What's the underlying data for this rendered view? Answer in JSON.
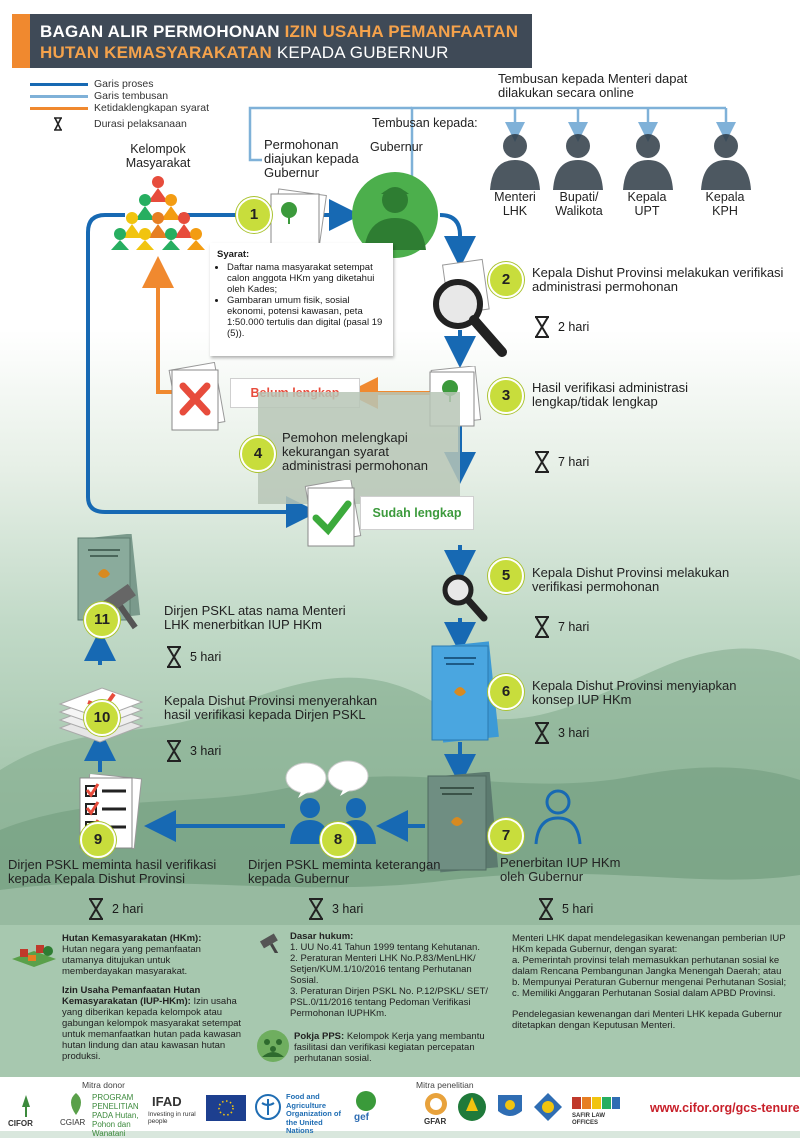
{
  "title": {
    "line1_a": "BAGAN ALIR PERMOHONAN",
    "line1_b": "IZIN USAHA PEMANFAATAN",
    "line2_a": "HUTAN KEMASYARAKATAN",
    "line2_b": "KEPADA GUBERNUR"
  },
  "legend": {
    "items": [
      {
        "label": "Garis proses",
        "color": "#1769b3"
      },
      {
        "label": "Garis tembusan",
        "color": "#7fb1d8"
      },
      {
        "label": "Ketidaklengkapan syarat",
        "color": "#f0892f"
      }
    ],
    "duration_label": "Durasi pelaksanaan"
  },
  "tembusan": {
    "online": "Tembusan kepada Menteri dapat dilakukan secara online",
    "kepada": "Tembusan kepada:",
    "gubernur": "Gubernur",
    "recipients": [
      "Menteri LHK",
      "Bupati/ Walikota",
      "Kepala UPT",
      "Kepala KPH"
    ]
  },
  "kelompok": "Kelompok Masyarakat",
  "steps": [
    {
      "n": "1",
      "text": "Permohonan diajukan kepada Gubernur",
      "dur": ""
    },
    {
      "n": "2",
      "text": "Kepala Dishut Provinsi melakukan verifikasi administrasi permohonan",
      "dur": "2 hari"
    },
    {
      "n": "3",
      "text": "Hasil verifikasi administrasi lengkap/tidak lengkap",
      "dur": "7 hari"
    },
    {
      "n": "4",
      "text": "Pemohon melengkapi kekurangan syarat administrasi permohonan",
      "dur": ""
    },
    {
      "n": "5",
      "text": "Kepala Dishut Provinsi melakukan verifikasi permohonan",
      "dur": "7 hari"
    },
    {
      "n": "6",
      "text": "Kepala Dishut Provinsi menyiapkan konsep IUP HKm",
      "dur": "3 hari"
    },
    {
      "n": "7",
      "text": "Penerbitan IUP HKm oleh Gubernur",
      "dur": "5 hari"
    },
    {
      "n": "8",
      "text": "Dirjen PSKL meminta keterangan kepada Gubernur",
      "dur": "3 hari"
    },
    {
      "n": "9",
      "text": "Dirjen PSKL meminta hasil verifikasi kepada Kepala Dishut Provinsi",
      "dur": "2 hari"
    },
    {
      "n": "10",
      "text": "Kepala Dishut Provinsi menyerahkan hasil verifikasi kepada Dirjen PSKL",
      "dur": "3 hari"
    },
    {
      "n": "11",
      "text": "Dirjen PSKL atas nama Menteri LHK menerbitkan IUP HKm",
      "dur": "5 hari"
    }
  ],
  "syarat": {
    "title": "Syarat:",
    "items": [
      "Daftar nama masyarakat setempat calon anggota HKm yang diketahui oleh Kades;",
      "Gambaran umum fisik, sosial ekonomi, potensi kawasan, peta 1:50.000 tertulis dan digital (pasal 19 (5))."
    ]
  },
  "belum": "Belum lengkap",
  "sudah": "Sudah lengkap",
  "definitions": {
    "hkm_title": "Hutan Kemasyarakatan (HKm):",
    "hkm_text": "Hutan negara yang pemanfaatan utamanya ditujukan untuk memberdayakan masyarakat.",
    "iup_title": "Izin Usaha Pemanfaatan Hutan Kemasyarakatan (IUP-HKm):",
    "iup_text": "Izin usaha yang diberikan kepada kelompok atau gabungan kelompok masyarakat setempat untuk memanfaatkan hutan pada kawasan hutan lindung dan atau kawasan hutan produksi.",
    "dasar_title": "Dasar hukum:",
    "dasar_items": [
      "1. UU No.41 Tahun 1999 tentang Kehutanan.",
      "2. Peraturan Menteri LHK No.P.83/MenLHK/ Setjen/KUM.1/10/2016 tentang Perhutanan Sosial.",
      "3. Peraturan Dirjen PSKL No. P.12/PSKL/ SET/ PSL.0/11/2016 tentang Pedoman Verifikasi Permohonan IUPHKm."
    ],
    "pokja_title": "Pokja PPS:",
    "pokja_text": "Kelompok Kerja yang membantu fasilitasi dan verifikasi kegiatan percepatan perhutanan sosial.",
    "delegasi_text": "Menteri LHK dapat mendelegasikan kewenangan pemberian IUP HKm kepada Gubernur, dengan syarat:",
    "delegasi_items": [
      "a. Pemerintah provinsi telah memasukkan perhutanan sosial ke dalam Rencana Pembangunan Jangka Menengah Daerah; atau",
      "b. Mempunyai Peraturan Gubernur mengenai Perhutanan Sosial;",
      "c. Memiliki Anggaran Perhutanan Sosial dalam APBD Provinsi."
    ],
    "delegasi_note": "Pendelegasian kewenangan dari Menteri LHK kepada Gubernur ditetapkan dengan Keputusan Menteri."
  },
  "footer": {
    "mitra_donor": "Mitra donor",
    "mitra_penelitian": "Mitra penelitian",
    "logos_donor": [
      "CIFOR",
      "CGIAR",
      "PROGRAM PENELITIAN PADA Hutan, Pohon dan Wanatani",
      "IFAD",
      "Investing in rural people",
      "Food and Agriculture Organization of the United Nations",
      "gef"
    ],
    "logos_penelitian": [
      "GFAR",
      "SAFIR LAW OFFICES"
    ],
    "url": "www.cifor.org/gcs-tenure"
  },
  "colors": {
    "process": "#1769b3",
    "copy": "#7fb1d8",
    "incomplete": "#f0892f",
    "badge": "#c8dd3c",
    "title_bg": "#3f4a57"
  }
}
